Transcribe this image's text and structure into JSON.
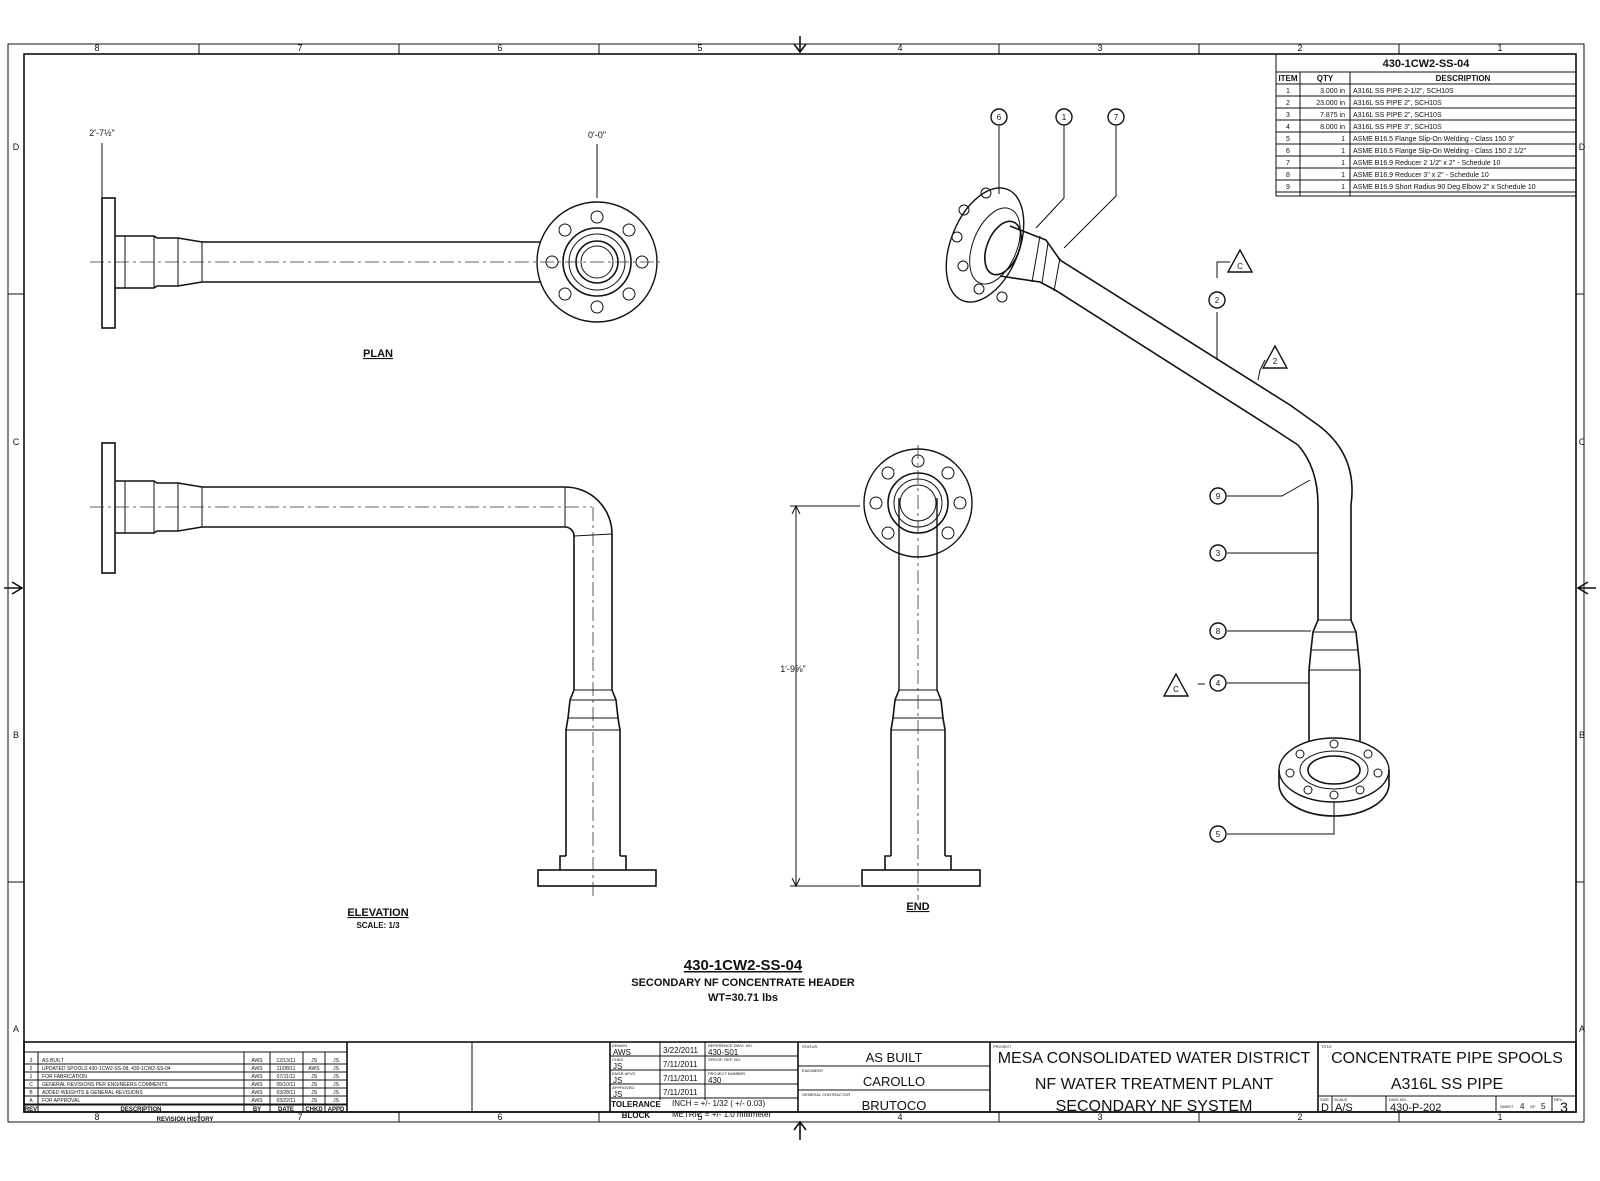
{
  "zones": {
    "columns": [
      "8",
      "7",
      "6",
      "5",
      "4",
      "3",
      "2",
      "1"
    ],
    "rows": [
      "D",
      "C",
      "B",
      "A"
    ]
  },
  "bom": {
    "title": "430-1CW2-SS-04",
    "headers": [
      "ITEM",
      "QTY",
      "DESCRIPTION"
    ],
    "rows": [
      {
        "item": "1",
        "qty": "3.000 in",
        "desc": "A316L SS PIPE 2-1/2\", SCH10S"
      },
      {
        "item": "2",
        "qty": "23.000 in",
        "desc": "A316L SS PIPE 2\", SCH10S"
      },
      {
        "item": "3",
        "qty": "7.875 in",
        "desc": "A316L SS PIPE 2\", SCH10S"
      },
      {
        "item": "4",
        "qty": "8.000 in",
        "desc": "A316L SS PIPE 3\", SCH10S"
      },
      {
        "item": "5",
        "qty": "1",
        "desc": "ASME B16.5 Flange Slip-On Welding - Class 150 3\""
      },
      {
        "item": "6",
        "qty": "1",
        "desc": "ASME B16.5 Flange Slip-On Welding - Class 150 2 1/2\""
      },
      {
        "item": "7",
        "qty": "1",
        "desc": "ASME B16.9 Reducer 2 1/2\" x 2\" - Schedule 10"
      },
      {
        "item": "8",
        "qty": "1",
        "desc": "ASME B16.9 Reducer 3\" x 2\" - Schedule 10"
      },
      {
        "item": "9",
        "qty": "1",
        "desc": "ASME B16.9 Short Radius 90 Deg Elbow 2\" x Schedule 10"
      }
    ]
  },
  "views": {
    "plan": "PLAN",
    "plan_dim_left": "2'-7½\"",
    "plan_dim_right": "0'-0\"",
    "elevation": "ELEVATION",
    "elevation_scale": "SCALE: 1/3",
    "end": "END",
    "end_dim": "1'-9⅝\""
  },
  "balloons": [
    "6",
    "1",
    "7",
    "2",
    "9",
    "3",
    "8",
    "4",
    "5"
  ],
  "flags": [
    "C",
    "2",
    "C"
  ],
  "drawing_title": {
    "number": "430-1CW2-SS-04",
    "name": "SECONDARY NF CONCENTRATE HEADER",
    "weight": "WT=30.71 lbs"
  },
  "revisions": {
    "rows": [
      {
        "rev": "3",
        "desc": "AS BUILT",
        "by": "AWS",
        "date": "12/13/11",
        "chkd": "JS",
        "appd": "JS"
      },
      {
        "rev": "2",
        "desc": "UPDATED SPOOLS 430-1CW2-SS-08, 430-1CW2-SS-04",
        "by": "AWS",
        "date": "11/08/11",
        "chkd": "AWS",
        "appd": "JS"
      },
      {
        "rev": "1",
        "desc": "FOR FABRICATION",
        "by": "AWS",
        "date": "07/11/11",
        "chkd": "JS",
        "appd": "JS"
      },
      {
        "rev": "C",
        "desc": "GENERAL REVISIONS PER ENGINEERS COMMENTS",
        "by": "AWS",
        "date": "05/10/11",
        "chkd": "JS",
        "appd": "JS"
      },
      {
        "rev": "B",
        "desc": "ADDED WEIGHTS & GENERAL REVISIONS",
        "by": "AWS",
        "date": "03/28/11",
        "chkd": "JS",
        "appd": "JS"
      },
      {
        "rev": "A",
        "desc": "FOR APPROVAL",
        "by": "AWS",
        "date": "03/22/11",
        "chkd": "JS",
        "appd": "JS"
      }
    ],
    "header": [
      "REV",
      "DESCRIPTION",
      "BY",
      "DATE",
      "CHKD",
      "APPD"
    ],
    "title": "REVISION HISTORY"
  },
  "signoff": {
    "rows": [
      {
        "label": "DRAWN",
        "init": "AWS",
        "date": "3/22/2011"
      },
      {
        "label": "CHKD",
        "init": "JS",
        "date": "7/11/2011"
      },
      {
        "label": "ENGR APVD",
        "init": "JS",
        "date": "7/11/2011"
      },
      {
        "label": "APPROVED",
        "init": "JS",
        "date": "7/11/2011"
      }
    ],
    "ref_label": "REFERENCE DWG. NO.",
    "ref_value": "430-S01",
    "spec_label": "SPECIF. REF. NO.",
    "proj_label": "PROJECT NUMBER",
    "proj_value": "430"
  },
  "tolerance": {
    "label1": "TOLERANCE",
    "label2": "BLOCK",
    "inch": "INCH = +/- 1/32 ( +/- 0.03)",
    "metric": "METRIC = +/- 1.0 millimeter"
  },
  "status": {
    "status_label": "STATUS",
    "status_value": "AS BUILT",
    "engineer_label": "ENGINEER",
    "engineer_value": "CAROLLO",
    "contractor_label": "GENERAL CONTRACTOR",
    "contractor_value": "BRUTOCO"
  },
  "project": {
    "label": "PROJECT",
    "line1": "MESA CONSOLIDATED WATER DISTRICT",
    "line2": "NF WATER TREATMENT PLANT",
    "line3": "SECONDARY NF SYSTEM"
  },
  "title_block": {
    "label": "TITLE",
    "line1": "CONCENTRATE PIPE SPOOLS",
    "line2": "A316L SS PIPE",
    "size_label": "SIZE",
    "size": "D",
    "scale_label": "SCALE",
    "scale": "A/S",
    "dwg_label": "DWG NO.",
    "dwg": "430-P-202",
    "sheet_label": "SHEET",
    "sheet": "4",
    "of_label": "OF",
    "of": "5",
    "rev_label": "REV",
    "rev": "3"
  }
}
